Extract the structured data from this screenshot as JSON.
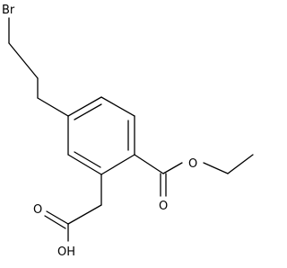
{
  "diagram": {
    "kind": "skeletal-formula",
    "atom_labels": {
      "bromine": "Br",
      "ester_carbonyl_oxygen": "O",
      "ester_ether_oxygen": "O",
      "acid_carbonyl_oxygen": "O",
      "acid_hydroxyl": "OH"
    }
  }
}
